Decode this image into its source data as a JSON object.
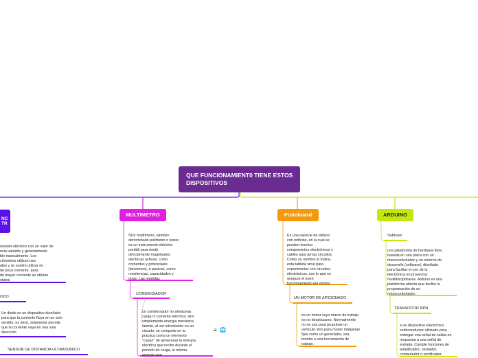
{
  "central": {
    "title": "QUE FUNCIONAMIENT0 TIENE ESTOS DISPOSITIVOS"
  },
  "branches": {
    "left_cut": {
      "label": "NC TR",
      "color": "#5b12e8"
    },
    "multimetro": {
      "label": "MULTIMETRO",
      "color": "#e020e0"
    },
    "protoboard": {
      "label": "Protoboard",
      "color": "#f59a0c"
    },
    "arduino": {
      "label": "ARDUINO",
      "color": "#c2e80e"
    }
  },
  "texts": {
    "potenciometro": "resistor eléctrico con un valor de\nncia variable y generalmente\nble manualmente. Los\nciómetros utilizan tres\nales y se suelen utilizar en\nde poca corriente, para\nde mayor corriente se utilizan\nstatos",
    "diodo_label": "ODO",
    "diodo": "Un diodo es un dispositivo diseñado\npara que la corriente fluya en un solo\nsentido, es decir, solamente permite\nque la corriente vaya en una sola\ndirección",
    "sensor_label": "SENSOR DE DISTANCIA ULTRASONICO",
    "multimetro": "SUn multímetro, también\ndenominado polímetro o tester,\nes un instrumento eléctrico\nportátil para medir\ndirectamente magnitudes\neléctricas activas, como\ncorrientes y potenciales\n(tensiones), o pasivas, como\nresistencias, capacidades y\notras. Las medidas",
    "condensador_label": "CONDENSADOR",
    "condensador": "un condensador no almacena\ncarga ni corriente eléctrica, sino\nsimplemente energía mecánica\nlatente, al ser introducido en un\ncircuito, se comporta en la\npráctica como un elemento\n\"capaz\" de almacenar la energía\neléctrica que recibe durante el\nperiodo de carga, la misma\nenergía que .",
    "protoboard": "Es una especie de tablero\ncon orificios, en la cual se\npueden insertar\ncomponentes electrónicos y\ncables para armar circuitos.\nComo su nombre lo indica,\nesta tableta sirve para\nexperimentar con circuitos\nelectrónicos, con lo que se\nasegura el buen\nfuncionamiento del mismo",
    "motor_label": "UN MOTOR DE APICIONADO",
    "motor": "es un motor cuyo marco de trabajo\nes no desplazarse. Normalmente\nno se usa para propulsar un\nvehículo sino para mover máquinas\nfijas como un generador, una\nbomba o una herramienta de\ntrabajo.",
    "subtopic": "Subtopic",
    "arduino": "una plataforma de hardware libre,\nbasada en una placa con un\nmicrocontrolador y un entorno de\ndesarrollo (software), diseñada\npara facilitar el uso de la\nelectrónica en proyectos\nmultidisciplinares. Arduino es una\nplataforma abierta que facilita la\nprogramación de un\nmicrocontrolador.",
    "transistor_label": "TRANSISTOR NPN",
    "transistor": "e un dispositivo electrónico\nsemiconductor utilizado para\nentregar una señal de salida en\nrespuesta a una señal de\nentrada. Cumple funciones de\namplificador, oscilador,\nconmutador o rectificador."
  },
  "icons": [
    "notes-icon",
    "link-icon"
  ]
}
